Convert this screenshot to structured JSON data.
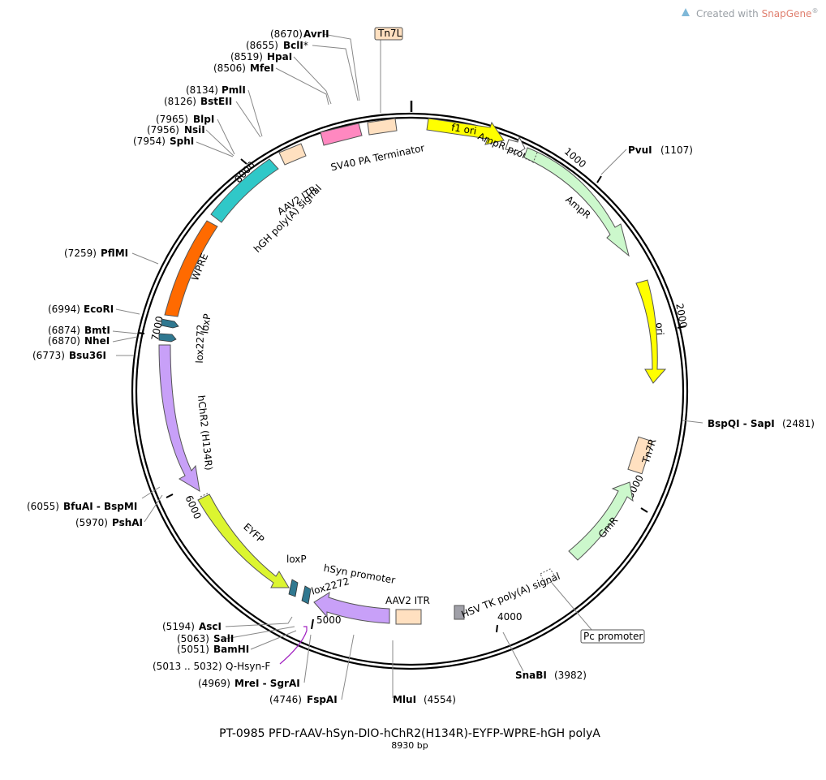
{
  "credit": {
    "prefix": "Created with ",
    "brand": "SnapGene",
    "mark": "®"
  },
  "plasmid": {
    "name": "PT-0985   PFD-rAAV-hSyn-DIO-hChR2(H134R)-EYFP-WPRE-hGH polyA",
    "length": "8930 bp"
  },
  "ring_ticks": [
    "1000",
    "2000",
    "3000",
    "4000",
    "5000",
    "6000",
    "7000",
    "8000"
  ],
  "sites": [
    {
      "pos": "(8670)",
      "name": "AvrII",
      "gray": false
    },
    {
      "pos": "(8655)",
      "name": "BclI",
      "suffix": "*",
      "gray": true
    },
    {
      "pos": "(8519)",
      "name": "HpaI",
      "gray": false
    },
    {
      "pos": "(8506)",
      "name": "MfeI",
      "gray": false
    },
    {
      "pos": "(8134)",
      "name": "PmlI",
      "gray": false
    },
    {
      "pos": "(8126)",
      "name": "BstEII",
      "gray": false
    },
    {
      "pos": "(7965)",
      "name": "BlpI",
      "gray": false
    },
    {
      "pos": "(7956)",
      "name": "NsiI",
      "gray": false
    },
    {
      "pos": "(7954)",
      "name": "SphI",
      "gray": false
    },
    {
      "pos": "(7259)",
      "name": "PflMI",
      "gray": false
    },
    {
      "pos": "(6994)",
      "name": "EcoRI",
      "gray": false
    },
    {
      "pos": "(6874)",
      "name": "BmtI",
      "gray": false
    },
    {
      "pos": "(6870)",
      "name": "NheI",
      "gray": false
    },
    {
      "pos": "(6773)",
      "name": "Bsu36I",
      "gray": false
    },
    {
      "pos": "(6055)",
      "name": "BfuAI - BspMI",
      "gray": false
    },
    {
      "pos": "(5970)",
      "name": "PshAI",
      "gray": false
    },
    {
      "pos": "(5194)",
      "name": "AscI",
      "gray": false
    },
    {
      "pos": "(5063)",
      "name": "SalI",
      "gray": false
    },
    {
      "pos": "(5051)",
      "name": "BamHI",
      "gray": false
    },
    {
      "pos": "(4969)",
      "name": "MreI - SgrAI",
      "gray": false
    },
    {
      "pos": "(4746)",
      "name": "FspAI",
      "gray": false
    },
    {
      "name": "MluI",
      "pos": "(4554)",
      "gray": false
    },
    {
      "name": "SnaBI",
      "pos": "(3982)",
      "gray": false
    },
    {
      "name": "BspQI - SapI",
      "pos": "(2481)",
      "gray": false
    },
    {
      "name": "PvuI",
      "pos": "(1107)",
      "gray": false
    }
  ],
  "primer": {
    "range": "(5013 .. 5032)",
    "name": "Q-Hsyn-F",
    "color": "#a020c0"
  },
  "boxed_labels": [
    "Tn7L",
    "Pc promoter"
  ],
  "features": [
    {
      "name": "f1 ori",
      "color": "#ffff00"
    },
    {
      "name": "AmpR promoter",
      "color": "#ffffff"
    },
    {
      "name": "AmpR",
      "color": "#ccf8cc"
    },
    {
      "name": "ori",
      "color": "#ffff00"
    },
    {
      "name": "Tn7R",
      "color": "#ffe0c0"
    },
    {
      "name": "GmR",
      "color": "#ccf8cc"
    },
    {
      "name": "HSV TK poly(A) signal",
      "color": "#a0a0a8"
    },
    {
      "name": "AAV2 ITR",
      "color": "#ffe0c0"
    },
    {
      "name": "hSyn promoter",
      "color": "#c8a0f8"
    },
    {
      "name": "lox2272",
      "color": "#307890"
    },
    {
      "name": "loxP",
      "color": "#307890"
    },
    {
      "name": "EYFP",
      "color": "#dcf530"
    },
    {
      "name": "hChR2 (H134R)",
      "color": "#c8a0f8"
    },
    {
      "name": "lox2272",
      "color": "#307890"
    },
    {
      "name": "loxP",
      "color": "#307890"
    },
    {
      "name": "WPRE",
      "color": "#ff6a00"
    },
    {
      "name": "hGH poly(A) signal",
      "color": "#30c8c8"
    },
    {
      "name": "AAV2 ITR",
      "color": "#ffe0c0"
    },
    {
      "name": "SV40 PA Terminator",
      "color": "#ff88c0"
    },
    {
      "name": "Tn7L",
      "color": "#ffe0c0"
    }
  ]
}
